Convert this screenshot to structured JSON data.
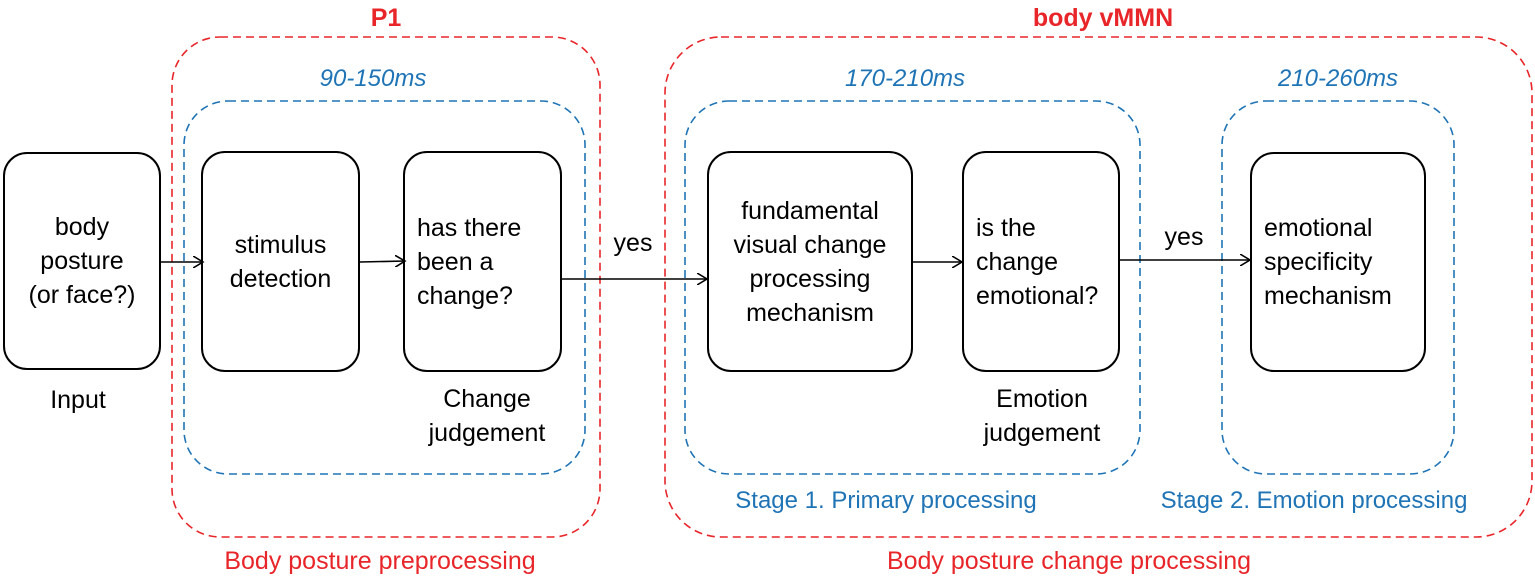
{
  "groups": {
    "p1": {
      "title": "P1",
      "caption": "Body posture preprocessing",
      "window": "90-150ms"
    },
    "vmmn": {
      "title": "body vMMN",
      "caption": "Body posture change processing"
    },
    "stage1": {
      "window": "170-210ms",
      "caption": "Stage 1. Primary processing"
    },
    "stage2": {
      "window": "210-260ms",
      "caption": "Stage 2. Emotion processing"
    }
  },
  "nodes": {
    "input": {
      "text": "body\nposture\n(or face?)",
      "caption": "Input"
    },
    "stimulus": {
      "text": "stimulus\ndetection"
    },
    "change": {
      "text": "has there\nbeen a\nchange?",
      "caption": "Change\njudgement"
    },
    "fundamental": {
      "text": "fundamental\nvisual change\nprocessing\nmechanism"
    },
    "emotional_q": {
      "text": "is the\nchange\nemotional?",
      "caption": "Emotion\njudgement"
    },
    "specificity": {
      "text": "emotional\nspecificity\nmechanism"
    }
  },
  "edges": {
    "yes1": "yes",
    "yes2": "yes"
  },
  "colors": {
    "red": "#e8262a",
    "blue": "#1f74b6",
    "black": "#000000"
  }
}
